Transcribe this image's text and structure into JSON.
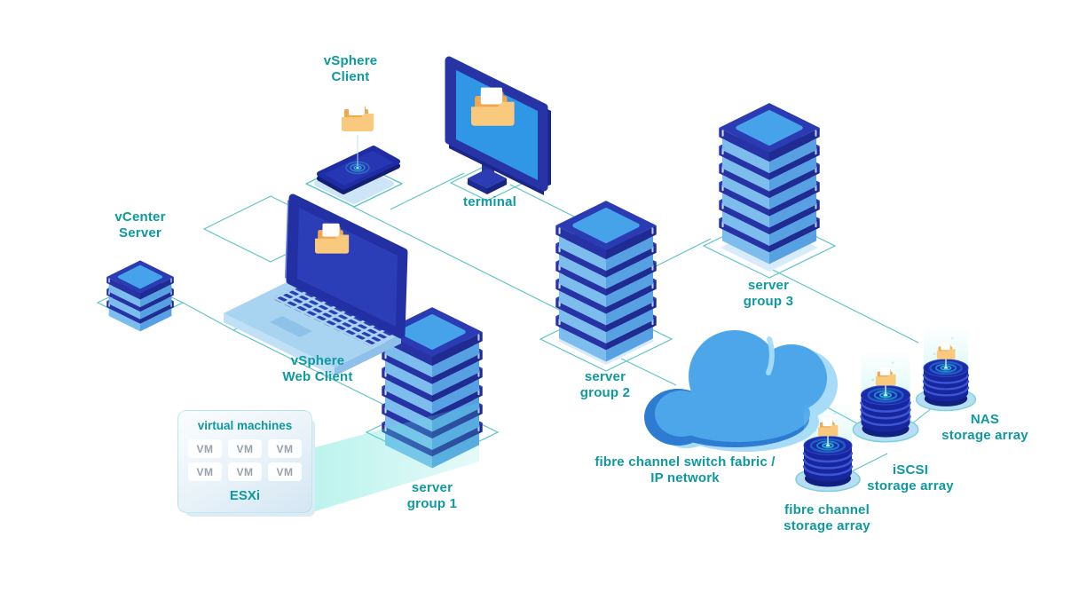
{
  "diagram": {
    "labels": {
      "vcenter": "vCenter\nServer",
      "vsphere_client": "vSphere\nClient",
      "vsphere_web_client": "vSphere\nWeb Client",
      "terminal": "terminal",
      "server_group_1": "server\ngroup 1",
      "server_group_2": "server\ngroup 2",
      "server_group_3": "server\ngroup 3",
      "network": "fibre channel switch fabric /\nIP network",
      "fc_array": "fibre channel\nstorage array",
      "iscsi_array": "iSCSI\nstorage array",
      "nas_array": "NAS\nstorage array"
    },
    "vm_panel": {
      "title": "virtual machines",
      "vms": [
        "VM",
        "VM",
        "VM",
        "VM",
        "VM",
        "VM"
      ],
      "footer": "ESXi"
    },
    "colors": {
      "label_teal": "#0e99a0",
      "line_teal": "#5cc3c9",
      "navy": "#2b3bb3",
      "stack_side_light": "#7dbdee",
      "stack_side_dark": "#57a1e2",
      "screen_blue": "#2f97e6",
      "cloud_blue": "#4da5ea",
      "cloud_rim": "#a7dbf8",
      "folder_back": "#f0a74f",
      "folder_front": "#f9c97e",
      "platform_fill": "#cfe7f8",
      "disk_navy": "#18269e",
      "beam_teal": "#9ae9e6"
    }
  }
}
